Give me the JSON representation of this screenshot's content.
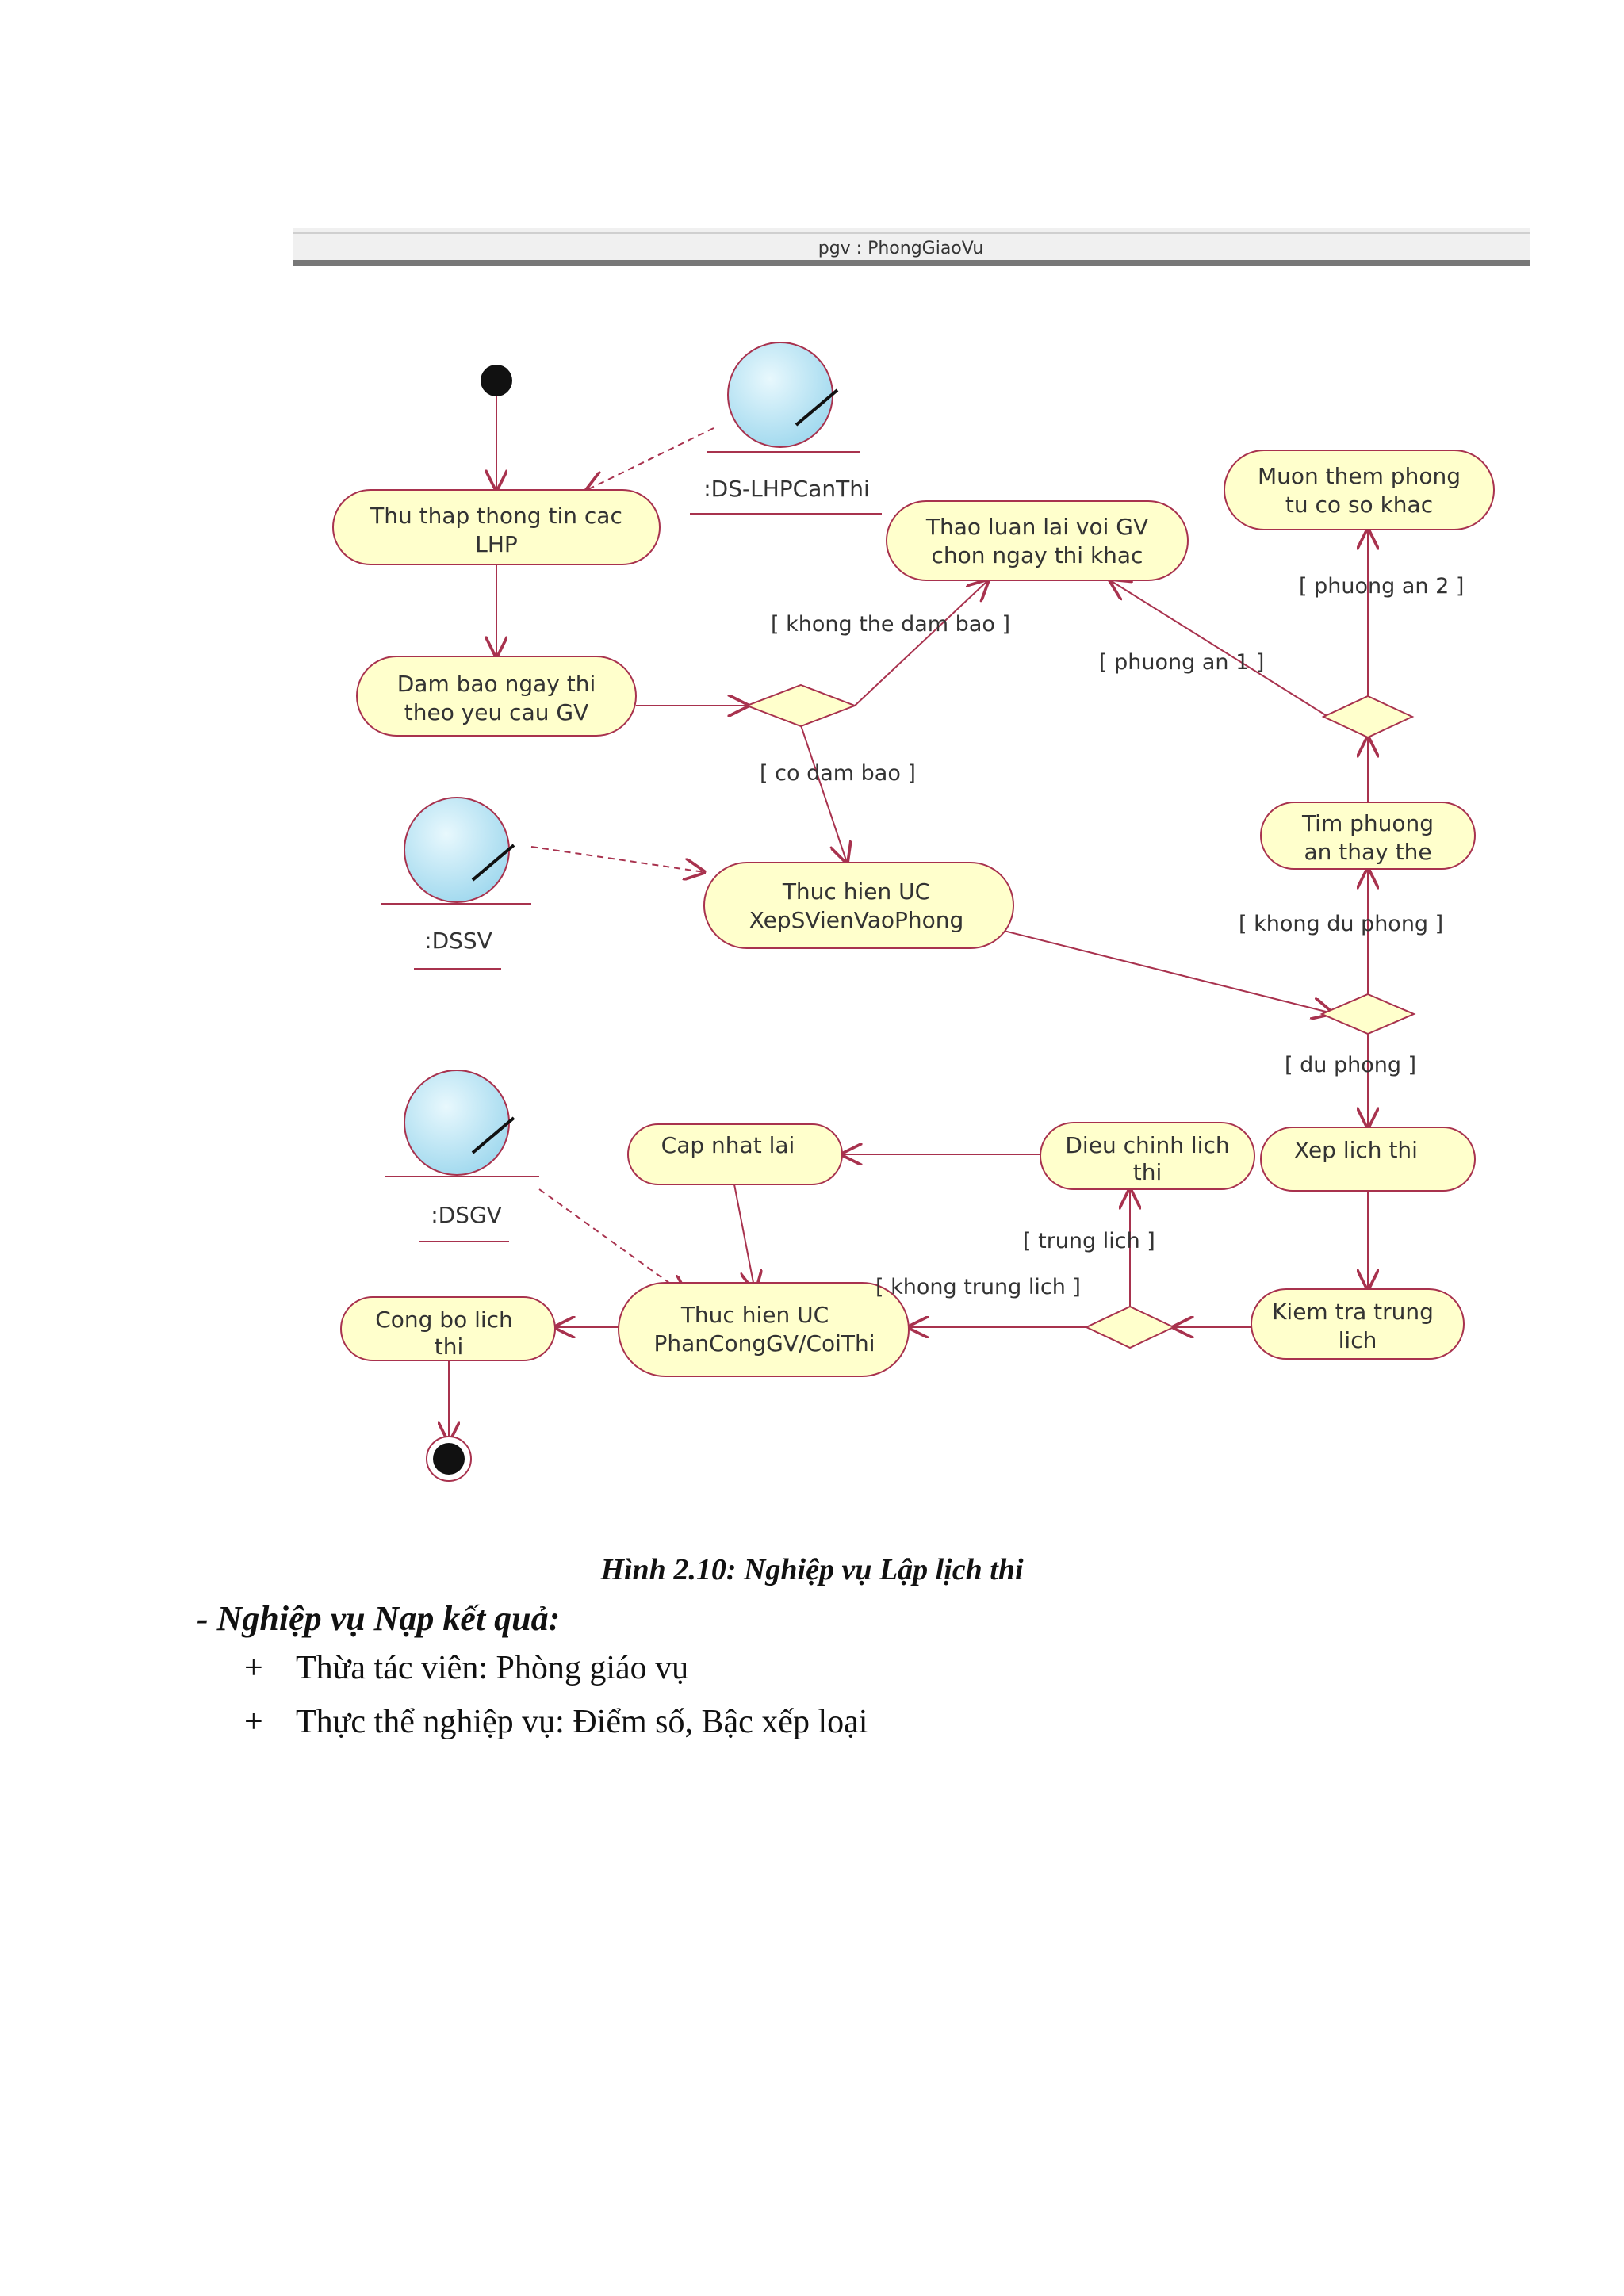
{
  "diagram": {
    "swimlane": "pgv : PhongGiaoVu",
    "objects": {
      "ds_lhp": ":DS-LHPCanThi",
      "dssv": ":DSSV",
      "dsgv": ":DSGV"
    },
    "activities": {
      "thu_thap": [
        "Thu thap thong tin cac",
        "LHP"
      ],
      "dam_bao": [
        "Dam bao ngay thi",
        "theo yeu cau GV"
      ],
      "thao_luan": [
        "Thao luan lai voi GV",
        "chon ngay thi khac"
      ],
      "muon_them": [
        "Muon them phong",
        "tu co so khac"
      ],
      "tim_phuong": [
        "Tim phuong",
        "an thay the"
      ],
      "thuc_hien_xep": [
        "Thuc hien UC",
        "XepSVienVaoPhong"
      ],
      "xep_lich": [
        "Xep lich thi"
      ],
      "dieu_chinh": [
        "Dieu chinh lich",
        "thi"
      ],
      "cap_nhat": [
        "Cap nhat lai"
      ],
      "kiem_tra": [
        "Kiem tra trung",
        "lich"
      ],
      "thuc_hien_phan": [
        "Thuc hien UC",
        "PhanCongGV/CoiThi"
      ],
      "cong_bo": [
        "Cong bo lich",
        "thi"
      ]
    },
    "guards": {
      "khong_the": "[ khong the dam bao ]",
      "co_dam_bao": "[ co dam bao ]",
      "phuong_an_1": "[ phuong an 1 ]",
      "phuong_an_2": "[ phuong an 2 ]",
      "khong_du_phong": "[ khong du phong ]",
      "du_phong": "[ du phong ]",
      "trung_lich": "[ trung lich ]",
      "khong_trung_lich": "[ khong trung lich ]"
    }
  },
  "caption": "Hình 2.10: Nghiệp vụ Lập lịch thi",
  "section_title": "- Nghiệp vụ Nạp kết quả:",
  "bullets": [
    {
      "mark": "+",
      "text": "Thừa tác viên: Phòng giáo vụ"
    },
    {
      "mark": "+",
      "text": "Thực thể nghiệp vụ: Điểm số, Bậc xếp loại"
    }
  ],
  "colors": {
    "activity_fill": "#ffffcc",
    "line": "#a8324e",
    "object_fill": "#bfe8f6",
    "swimlane_bar": "#e6e6e6"
  }
}
